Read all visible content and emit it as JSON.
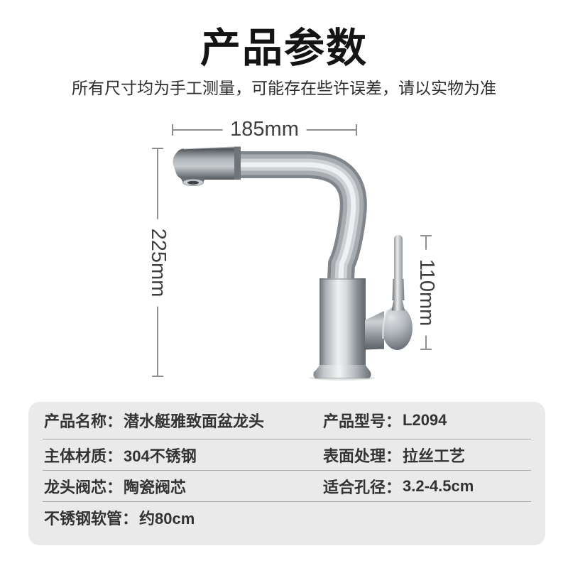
{
  "header": {
    "title": "产品参数",
    "subtitle": "所有尺寸均为手工测量，可能存在些许误差，请以实物为准"
  },
  "figure": {
    "dimensions": {
      "spout_width": "185mm",
      "body_height": "225mm",
      "handle_height": "110mm"
    }
  },
  "specs": {
    "rows": [
      {
        "left_label": "产品名称：",
        "left_value": "潜水艇雅致面盆龙头",
        "right_label": "产品型号：",
        "right_value": "L2094"
      },
      {
        "left_label": "主体材质：",
        "left_value": "304不锈钢",
        "right_label": "表面处理：",
        "right_value": "拉丝工艺"
      },
      {
        "left_label": "龙头阀芯：",
        "left_value": "陶瓷阀芯",
        "right_label": "适合孔径：",
        "right_value": "3.2-4.5cm"
      },
      {
        "left_label": "不锈钢软管：",
        "left_value": "约80cm",
        "right_label": "",
        "right_value": ""
      }
    ]
  },
  "colors": {
    "page_bg": "#ffffff",
    "title_text": "#141414",
    "body_text": "#333333",
    "panel_bg": "#eaeaea",
    "divider": "#a9a9a9",
    "dim_line": "#8f8f8f",
    "steel_light": "#eef0f1",
    "steel_dark": "#5f656b"
  }
}
